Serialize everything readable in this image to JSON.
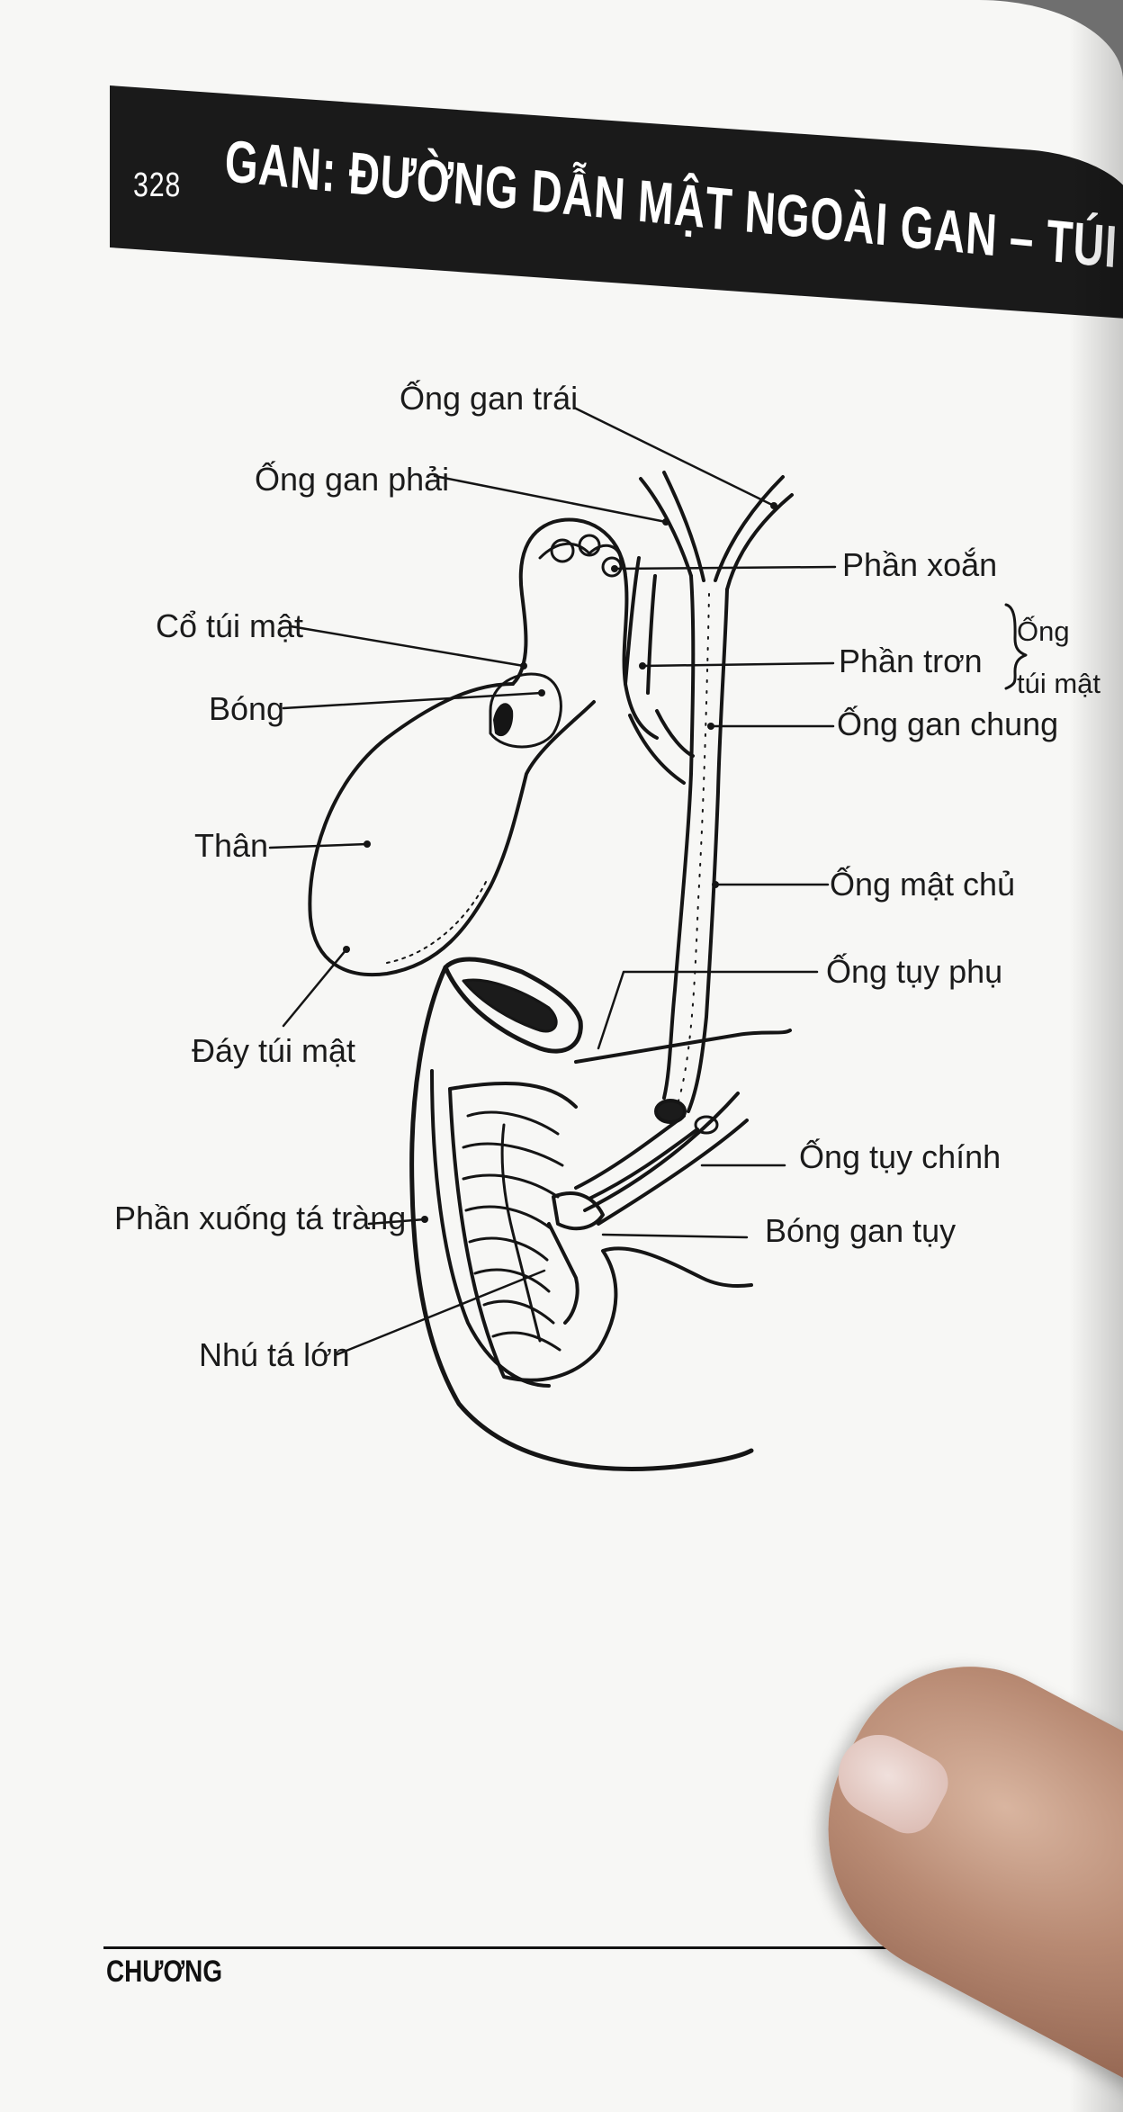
{
  "header": {
    "page_number": "328",
    "title": "GAN: ĐƯỜNG DẪN MẬT NGOÀI GAN – TÚI MẬT"
  },
  "diagram": {
    "labels": {
      "left_hepatic_duct": "Ống gan trái",
      "right_hepatic_duct": "Ống gan phải",
      "gallbladder_neck": "Cổ túi mật",
      "bulb": "Bóng",
      "body": "Thân",
      "fundus": "Đáy túi mật",
      "spiral_part": "Phần xoắn",
      "smooth_part": "Phần trơn",
      "cystic_duct_line1": "Ống",
      "cystic_duct_line2": "túi mật",
      "common_hepatic_duct": "Ống gan chung",
      "common_bile_duct": "Ống mật chủ",
      "accessory_pancreatic_duct": "Ống tụy phụ",
      "main_pancreatic_duct": "Ống tụy chính",
      "hepatopancreatic_ampulla": "Bóng gan tụy",
      "descending_duodenum": "Phần xuống tá tràng",
      "major_duodenal_papilla": "Nhú tá lớn"
    }
  },
  "footer": {
    "text": "CHƯƠNG"
  }
}
